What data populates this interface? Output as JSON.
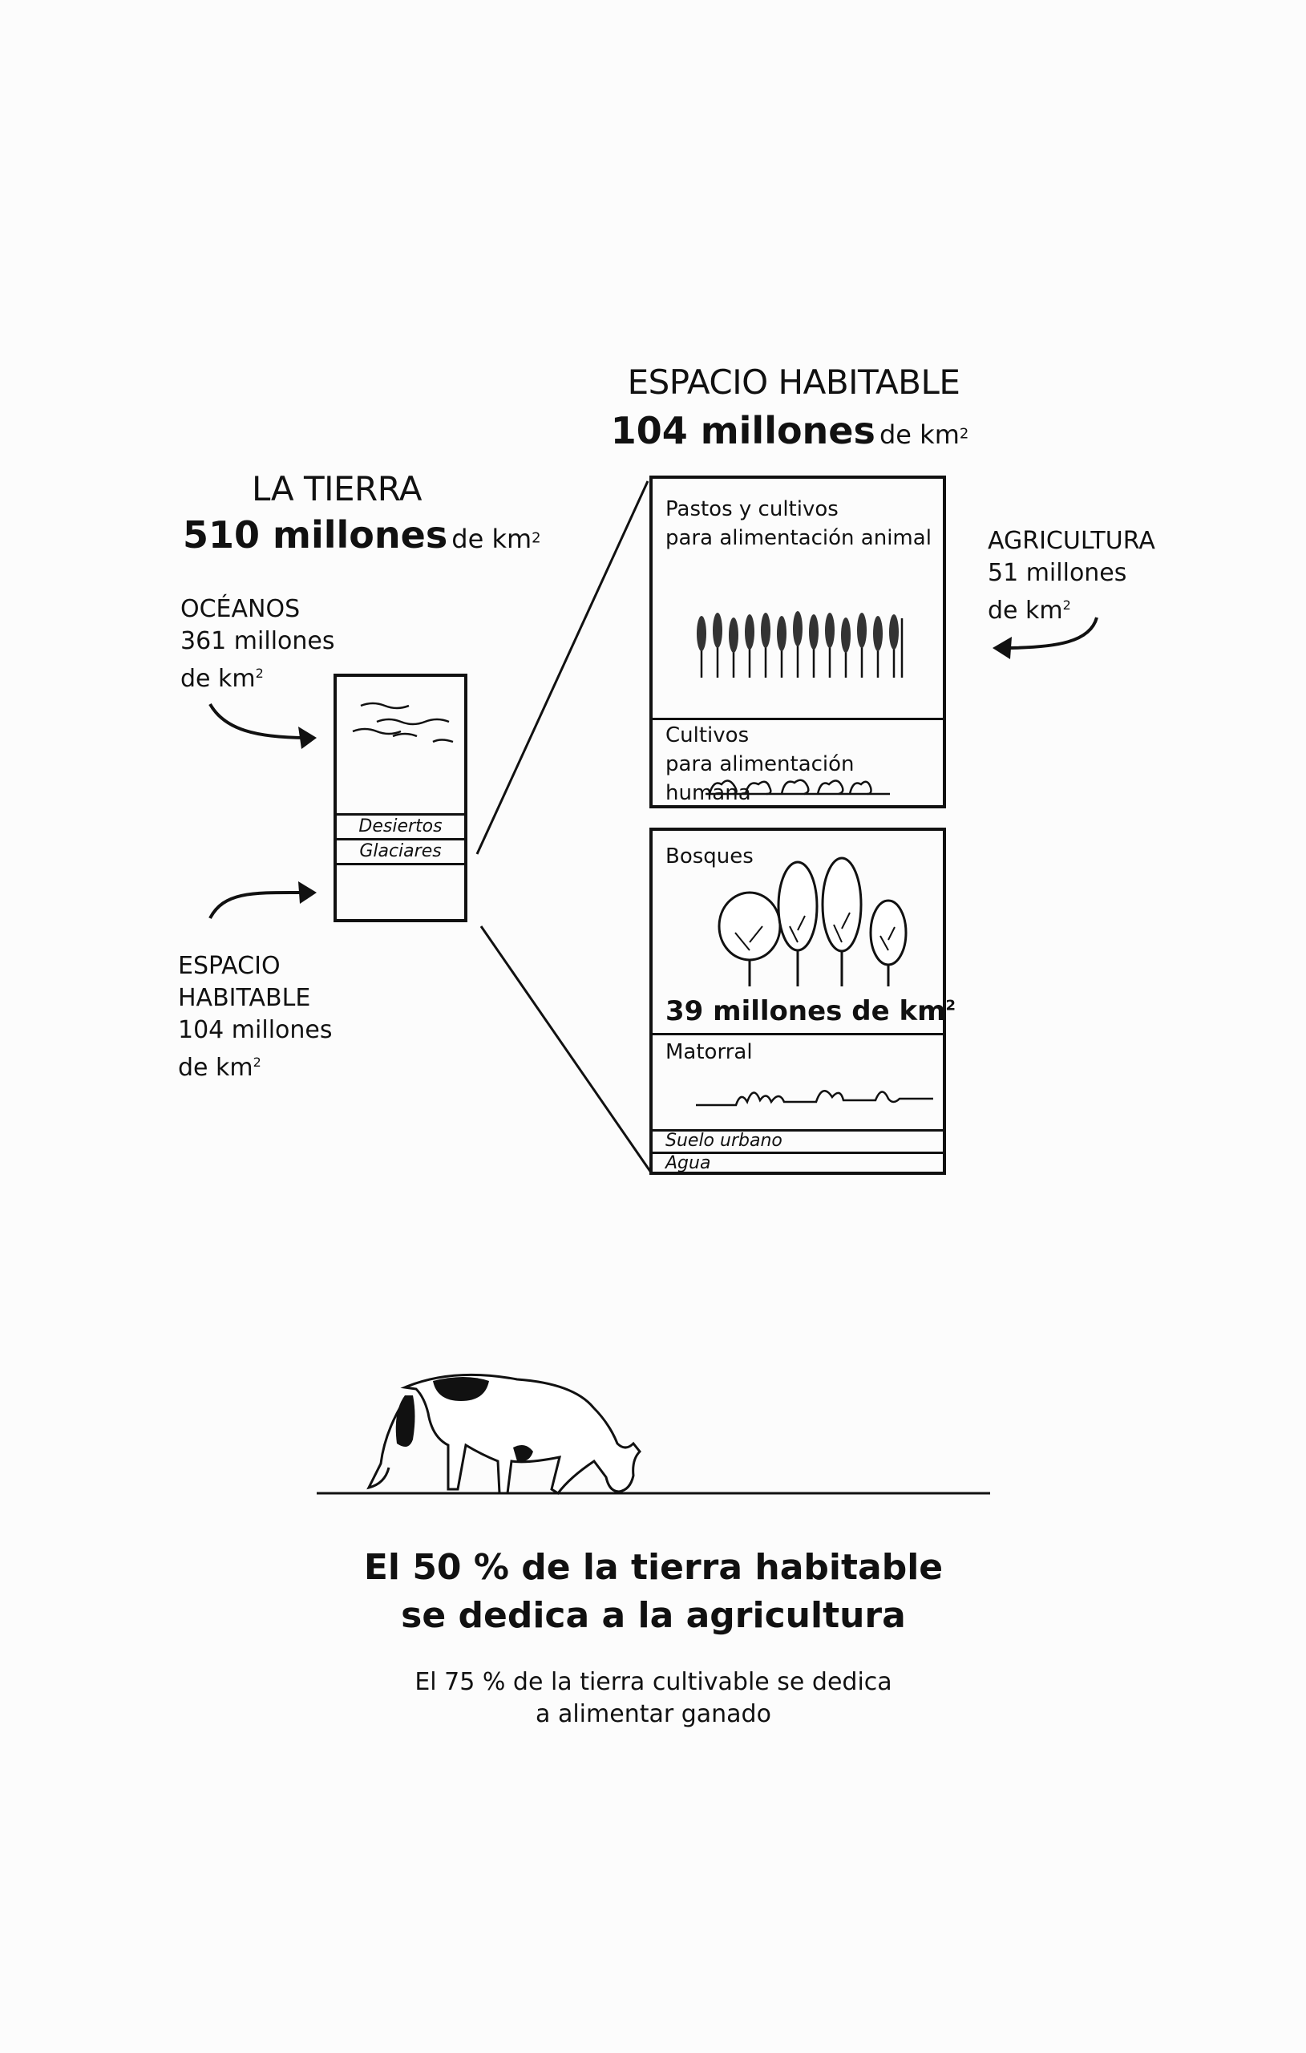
{
  "earth": {
    "title": "LA TIERRA",
    "area_value": "510 millones",
    "area_unit": "de km",
    "sup": "2"
  },
  "oceans": {
    "label": "OCÉANOS",
    "value": "361 millones",
    "unit": "de km",
    "sup": "2"
  },
  "earth_bands": {
    "deserts": "Desiertos",
    "glaciers": "Glaciares"
  },
  "habitable_left": {
    "line1": "ESPACIO",
    "line2": "HABITABLE",
    "value": "104 millones",
    "unit": "de km",
    "sup": "2"
  },
  "habitable_top": {
    "title": "ESPACIO HABITABLE",
    "area_value": "104 millones",
    "area_unit": "de km",
    "sup": "2"
  },
  "agri_box": {
    "pasture_line1": "Pastos y cultivos",
    "pasture_line2": "para alimentación animal",
    "crops_line1": "Cultivos",
    "crops_line2": "para alimentación humana"
  },
  "agriculture": {
    "label": "AGRICULTURA",
    "value": "51 millones",
    "unit": "de km",
    "sup": "2"
  },
  "land_box": {
    "forests": "Bosques",
    "forests_value": "39 millones de km",
    "sup": "2",
    "shrub": "Matorral",
    "urban": "Suelo urbano",
    "water": "Agua"
  },
  "footer": {
    "headline1": "El 50 % de la tierra habitable",
    "headline2": "se dedica a la agricultura",
    "caption1": "El 75 % de la tierra cultivable se dedica",
    "caption2": "a alimentar ganado"
  }
}
